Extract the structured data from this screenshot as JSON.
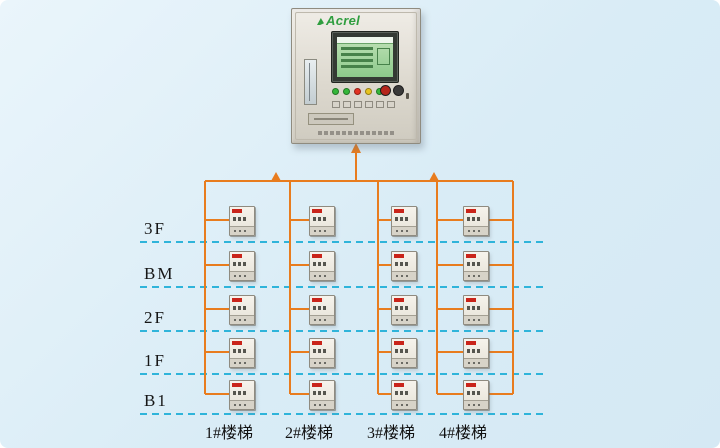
{
  "diagram": {
    "cabinet": {
      "brand": "Acrel"
    },
    "rows": [
      "3F",
      "BM",
      "2F",
      "1F",
      "B1"
    ],
    "columns": [
      "1#楼梯",
      "2#楼梯",
      "3#楼梯",
      "4#楼梯"
    ]
  },
  "colors": {
    "background": "#d9ecf6",
    "wire": "#e87c1e",
    "dashed_line": "#2fb4da",
    "brand_green": "#2f9e3f",
    "device_mark_red": "#c9241a",
    "lcd_green": "#8cc98a",
    "cabinet_body": "#e4e0d7"
  }
}
